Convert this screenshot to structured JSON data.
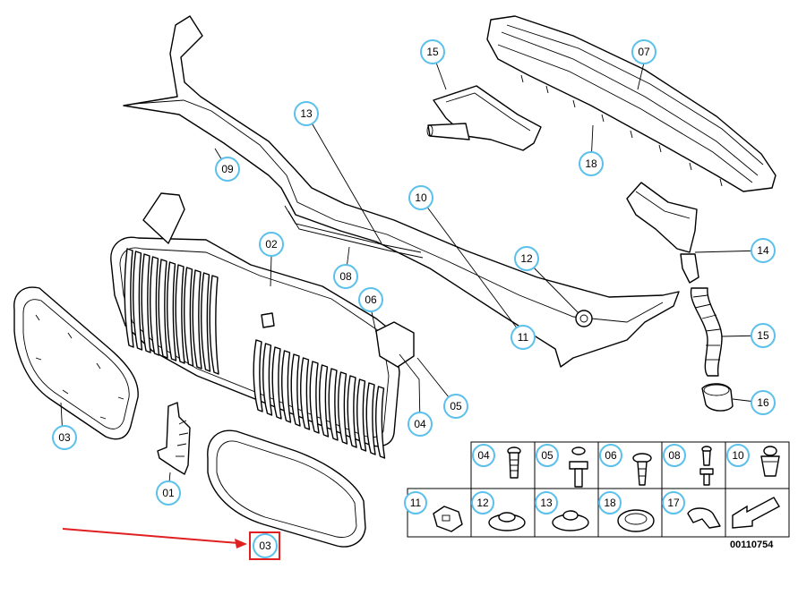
{
  "diagram": {
    "reference_number": "00110754",
    "highlight_color": "#e02020",
    "callout_color": "#5bc0eb",
    "callouts": {
      "c01": "01",
      "c02": "02",
      "c03a": "03",
      "c03b": "03",
      "c04a": "04",
      "c05a": "05",
      "c06a": "06",
      "c07": "07",
      "c08a": "08",
      "c09": "09",
      "c10a": "10",
      "c11a": "11",
      "c12a": "12",
      "c13a": "13",
      "c14": "14",
      "c15a": "15",
      "c15b": "15",
      "c16": "16",
      "c18a": "18"
    },
    "hardware_table": {
      "r1": [
        "04",
        "05",
        "06",
        "08",
        "10"
      ],
      "r2": [
        "11",
        "12",
        "13",
        "18",
        "17"
      ]
    }
  }
}
